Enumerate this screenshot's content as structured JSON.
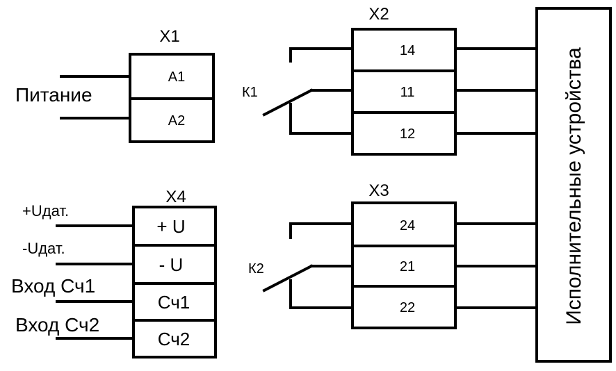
{
  "power": {
    "block_label": "X1",
    "side_label": "Питание",
    "terminals": [
      "A1",
      "A2"
    ]
  },
  "x2": {
    "block_label": "X2",
    "contact_label": "К1",
    "terminals": [
      "14",
      "11",
      "12"
    ]
  },
  "x3": {
    "block_label": "X3",
    "contact_label": "К2",
    "terminals": [
      "24",
      "21",
      "22"
    ]
  },
  "x4": {
    "block_label": "X4",
    "terminals": [
      "+ U",
      "- U",
      "Сч1",
      "Сч2"
    ],
    "inputs": [
      "+Uдат.",
      "-Uдат.",
      "Вход Сч1",
      "Вход Сч2"
    ]
  },
  "actuators": {
    "label": "Исполнительные устройства"
  }
}
